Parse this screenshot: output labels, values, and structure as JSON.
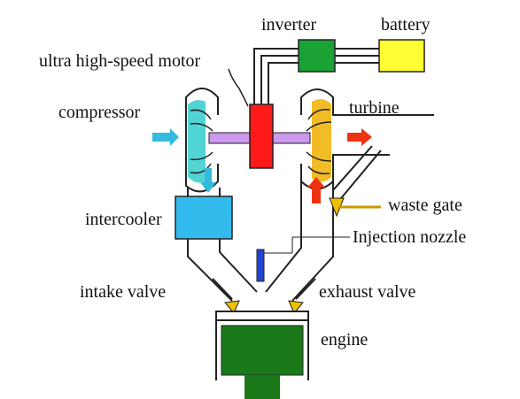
{
  "labels": {
    "inverter": "inverter",
    "battery": "battery",
    "motor": "ultra high-speed motor",
    "compressor": "compressor",
    "turbine": "turbine",
    "intercooler": "intercooler",
    "waste_gate": "waste gate",
    "injection_nozzle": "Injection nozzle",
    "intake_valve": "intake valve",
    "exhaust_valve": "exhaust valve",
    "engine": "engine"
  },
  "colors": {
    "line": "#222222",
    "inverter": "#1aa334",
    "battery": "#ffff33",
    "motor": "#ff1a1a",
    "compressor": "#33cccc",
    "intercooler": "#33bbee",
    "turbine": "#f0b000",
    "shaft": "#cc99ee",
    "valve": "#f0c000",
    "engine": "#1a7a1a",
    "nozzle": "#2244cc",
    "arrow_in": "#33bbdd",
    "arrow_out": "#ee3311"
  }
}
